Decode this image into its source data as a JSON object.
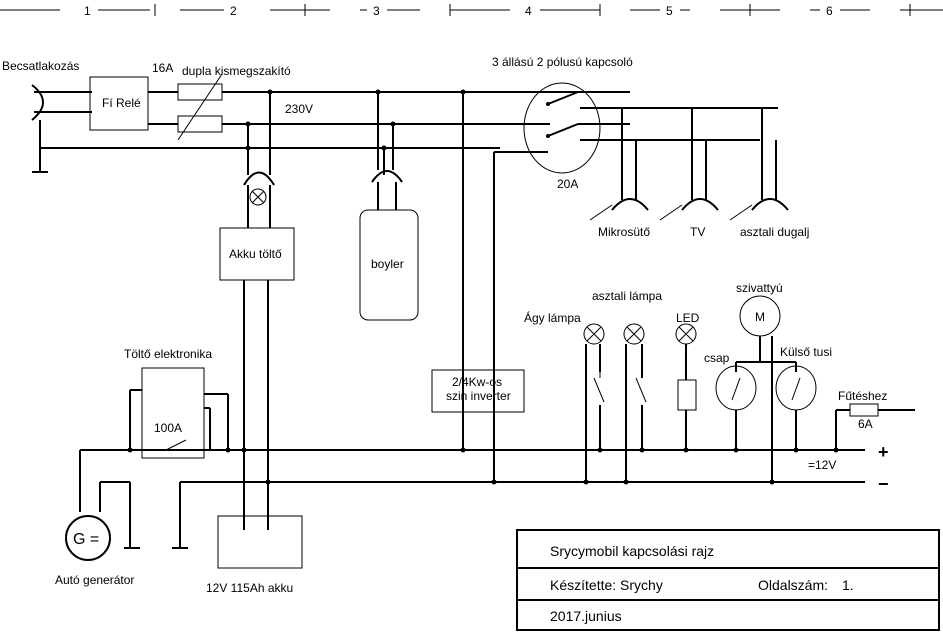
{
  "ruler": {
    "columns": [
      "1",
      "2",
      "3",
      "4",
      "5",
      "6"
    ]
  },
  "labels": {
    "becsatlakozas": "Becsatlakozás",
    "fi_rele": "Fí Relé",
    "fuse_16a": "16A",
    "breaker": "dupla kismegszakító",
    "v230": "230V",
    "switch_title": "3 állású 2 pólusú kapcsoló",
    "a20": "20A",
    "mikrosuto": "Mikrosütő",
    "tv": "TV",
    "asztali_dugalj": "asztali dugalj",
    "akku_tolto": "Akku töltő",
    "boyler": "boyler",
    "tolto_elektronika": "Töltő elektronika",
    "a100": "100A",
    "inverter_line1": "2/4Kw-os",
    "inverter_line2": "szin inverter",
    "agy_lampa": "Ágy lámpa",
    "asztali_lampa": "asztali lámpa",
    "led": "LED",
    "szivattyu": "szivattyú",
    "motor_m": "M",
    "csap": "csap",
    "kulso_tusi": "Külső tusi",
    "futeshez": "Fűtéshez",
    "a6": "6A",
    "v12": "=12V",
    "plus": "+",
    "minus": "−",
    "generator_symbol": "G =",
    "auto_generator": "Autó generátor",
    "akku": "12V 115Ah akku"
  },
  "title_block": {
    "title": "Srycymobil kapcsolási rajz",
    "author": "Készítette: Srychy",
    "page_label": "Oldalszám:",
    "page_value": "1.",
    "date": "2017.junius"
  }
}
